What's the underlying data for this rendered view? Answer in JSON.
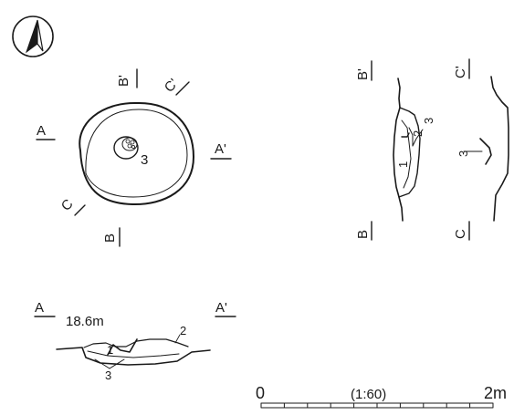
{
  "plan": {
    "labels": {
      "a": "A",
      "a_prime": "A'",
      "b": "B",
      "b_prime": "B'",
      "c": "C",
      "c_prime": "C'"
    },
    "feature_number": "3"
  },
  "section_b": {
    "top_label": "B'",
    "bottom_label": "B",
    "layers": [
      "1",
      "2",
      "3"
    ]
  },
  "section_c": {
    "top_label": "C'",
    "bottom_label": "C",
    "layer": "3"
  },
  "section_a": {
    "left_label": "A",
    "right_label": "A'",
    "elevation": "18.6m",
    "layers": [
      "1",
      "2",
      "3"
    ]
  },
  "scale_bar": {
    "start": "0",
    "ratio": "(1:60)",
    "end": "2m",
    "divisions": 10
  },
  "icons": {
    "north_arrow": "north-arrow-icon"
  }
}
